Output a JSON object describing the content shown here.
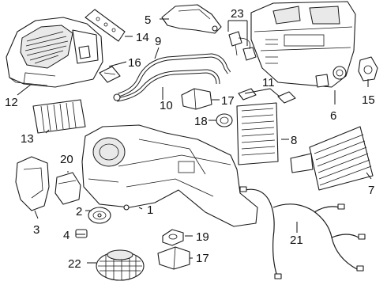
{
  "diagram": {
    "callouts": [
      {
        "id": "1",
        "text": "1"
      },
      {
        "id": "2",
        "text": "2"
      },
      {
        "id": "3",
        "text": "3"
      },
      {
        "id": "4",
        "text": "4"
      },
      {
        "id": "5",
        "text": "5"
      },
      {
        "id": "6",
        "text": "6"
      },
      {
        "id": "7",
        "text": "7"
      },
      {
        "id": "8",
        "text": "8"
      },
      {
        "id": "9",
        "text": "9"
      },
      {
        "id": "10",
        "text": "10"
      },
      {
        "id": "11",
        "text": "11"
      },
      {
        "id": "12",
        "text": "12"
      },
      {
        "id": "13",
        "text": "13"
      },
      {
        "id": "14",
        "text": "14"
      },
      {
        "id": "15",
        "text": "15"
      },
      {
        "id": "16",
        "text": "16"
      },
      {
        "id": "17a",
        "text": "17"
      },
      {
        "id": "17b",
        "text": "17"
      },
      {
        "id": "18",
        "text": "18"
      },
      {
        "id": "19",
        "text": "19"
      },
      {
        "id": "20",
        "text": "20"
      },
      {
        "id": "21",
        "text": "21"
      },
      {
        "id": "22",
        "text": "22"
      },
      {
        "id": "23",
        "text": "23"
      }
    ]
  }
}
